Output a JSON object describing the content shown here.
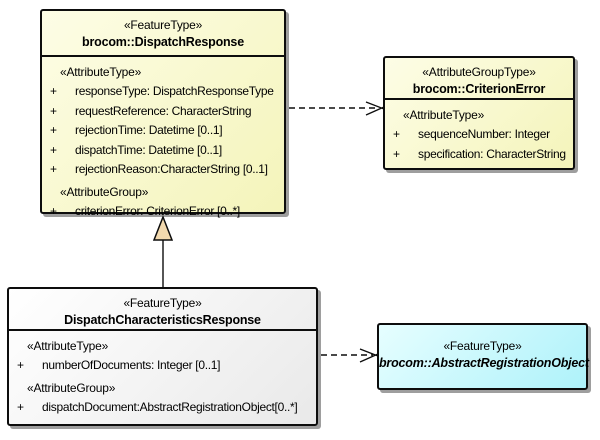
{
  "colors": {
    "box_yellow_start": "#fdfde6",
    "box_yellow_end": "#f4f4ba",
    "box_gray_start": "#ffffff",
    "box_gray_end": "#e9e9e9",
    "box_cyan_start": "#e6feff",
    "box_cyan_end": "#aef2fa",
    "border": "#0d0d0d",
    "shadow": "#9e9e9e",
    "triangle_fill": "#f2d9ae",
    "connector": "#0d0d0d",
    "text": "#000000"
  },
  "boxes": {
    "dispatch_response": {
      "stereotype": "«FeatureType»",
      "name": "brocom::DispatchResponse",
      "sections": [
        {
          "label": "«AttributeType»",
          "rows": [
            {
              "vis": "+",
              "text": "responseType: DispatchResponseType"
            },
            {
              "vis": "+",
              "text": "requestReference: CharacterString"
            },
            {
              "vis": "+",
              "text": "rejectionTime: Datetime [0..1]"
            },
            {
              "vis": "+",
              "text": "dispatchTime: Datetime [0..1]"
            },
            {
              "vis": "+",
              "text": "rejectionReason:CharacterString [0..1]"
            }
          ]
        },
        {
          "label": "«AttributeGroup»",
          "rows": [
            {
              "vis": "+",
              "text": "criterionError: CriterionError [0..*]"
            }
          ]
        }
      ]
    },
    "criterion_error": {
      "stereotype": "«AttributeGroupType»",
      "name": "brocom::CriterionError",
      "sections": [
        {
          "label": "«AttributeType»",
          "rows": [
            {
              "vis": "+",
              "text": "sequenceNumber: Integer"
            },
            {
              "vis": "+",
              "text": "specification: CharacterString"
            }
          ]
        }
      ]
    },
    "dispatch_characteristics_response": {
      "stereotype": "«FeatureType»",
      "name": "DispatchCharacteristicsResponse",
      "sections": [
        {
          "label": "«AttributeType»",
          "rows": [
            {
              "vis": "+",
              "text": "numberOfDocuments: Integer [0..1]"
            }
          ]
        },
        {
          "label": "«AttributeGroup»",
          "rows": [
            {
              "vis": "+",
              "text": "dispatchDocument:AbstractRegistrationObject[0..*]"
            }
          ]
        }
      ]
    },
    "abstract_registration_object": {
      "stereotype": "«FeatureType»",
      "name": "brocom::AbstractRegistrationObject"
    }
  },
  "connectors": [
    {
      "type": "dependency",
      "from": "brocom::DispatchResponse",
      "to": "brocom::CriterionError",
      "style": "dashed-open-arrow"
    },
    {
      "type": "generalization",
      "from": "DispatchCharacteristicsResponse",
      "to": "brocom::DispatchResponse",
      "style": "solid-hollow-triangle"
    },
    {
      "type": "dependency",
      "from": "DispatchCharacteristicsResponse",
      "to": "brocom::AbstractRegistrationObject",
      "style": "dashed-open-arrow"
    }
  ]
}
